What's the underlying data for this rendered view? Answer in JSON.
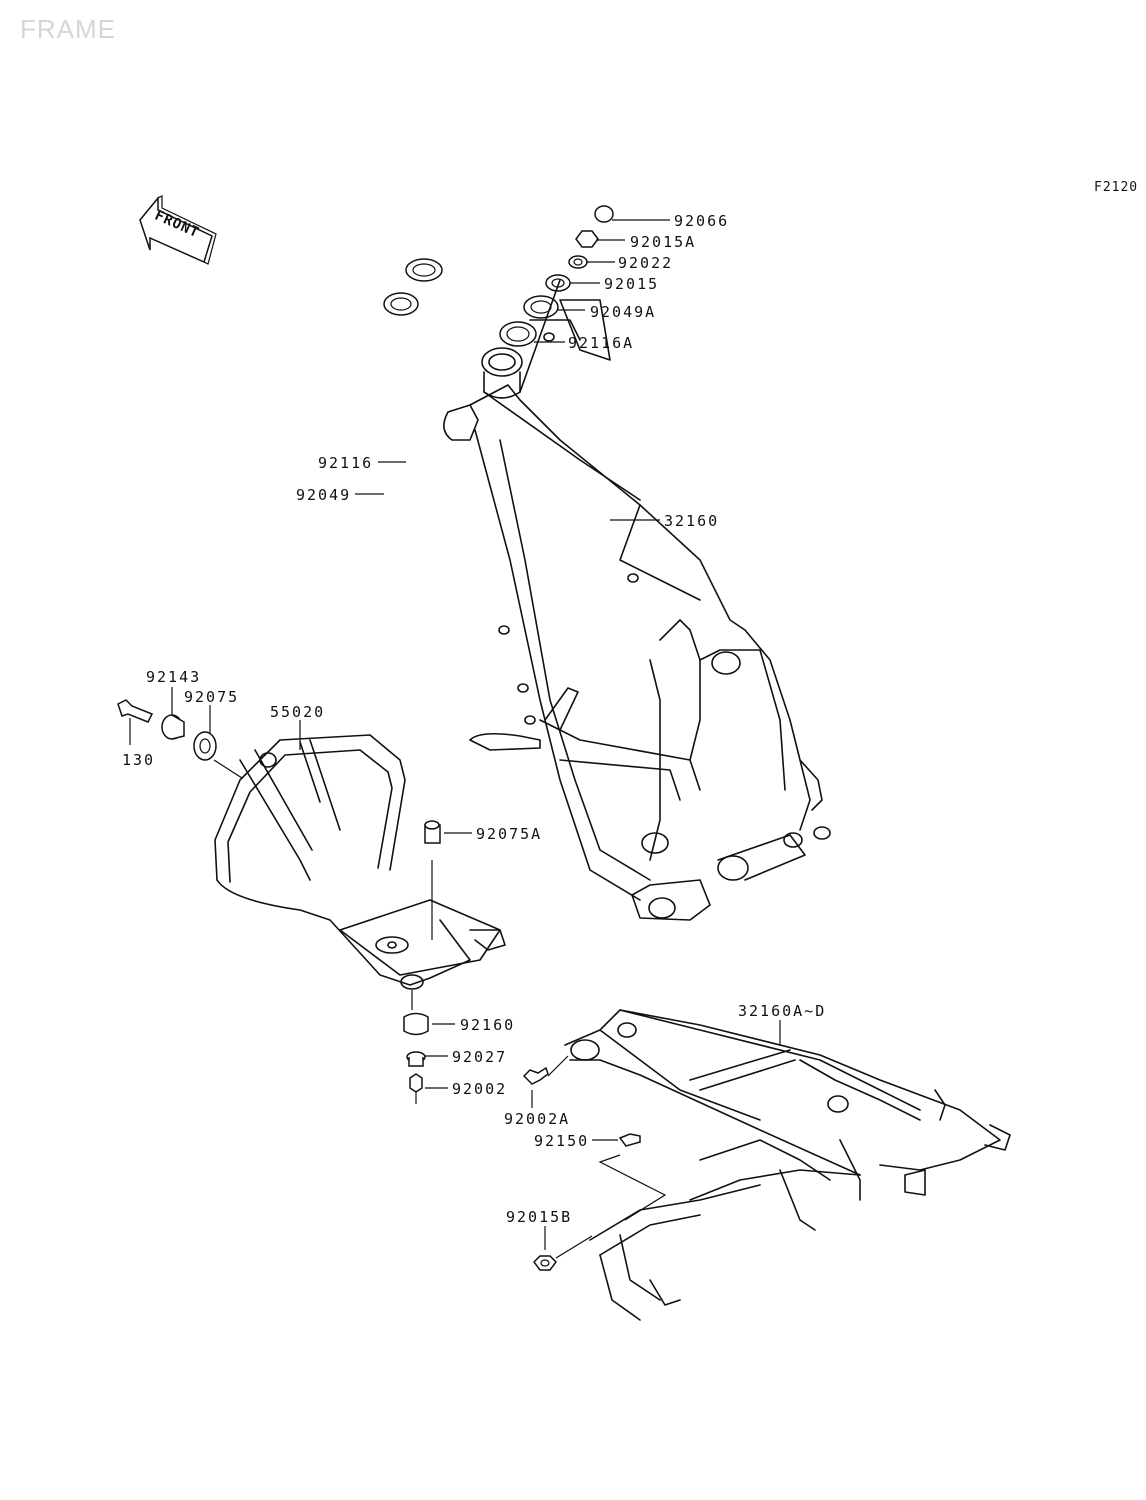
{
  "header": {
    "watermark": "FRAME",
    "figure_code": "F2120",
    "front_arrow": "FRONT"
  },
  "callouts": {
    "p92066": "92066",
    "p92015A": "92015A",
    "p92022": "92022",
    "p92015": "92015",
    "p92049A": "92049A",
    "p92116A": "92116A",
    "p92116": "92116",
    "p92049": "92049",
    "p32160": "32160",
    "p92143": "92143",
    "p92075": "92075",
    "p55020": "55020",
    "p130": "130",
    "p92075A": "92075A",
    "p92160": "92160",
    "p92027": "92027",
    "p92002": "92002",
    "p32160A_D": "32160A~D",
    "p92002A": "92002A",
    "p92150": "92150",
    "p92015B": "92015B"
  }
}
